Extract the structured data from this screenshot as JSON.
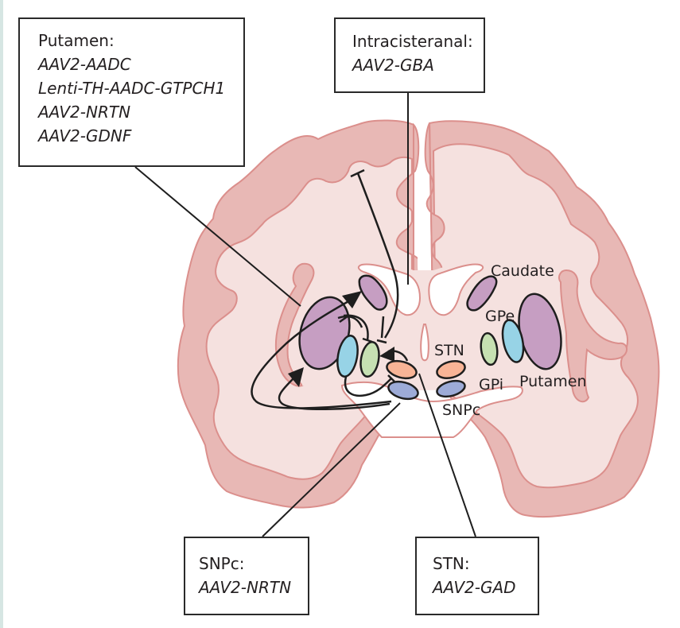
{
  "figure": {
    "type": "coronal brain section with gene therapy targets",
    "colors": {
      "cortex_fill": "#e8b8b5",
      "cortex_stroke": "#db8f8c",
      "white_matter": "#f5e1df",
      "ventricle": "#ffffff",
      "putamen_caudate": "#c69ec2",
      "gpe": "#97d3e6",
      "gpi": "#c6e0b2",
      "stn": "#f8b496",
      "snpc": "#9dabd7",
      "line": "#1e1e1e"
    }
  },
  "structure_labels": {
    "caudate": "Caudate",
    "gpe": "GPe",
    "stn": "STN",
    "gpi": "GPi",
    "putamen": "Putamen",
    "snpc": "SNPc"
  },
  "callouts": {
    "putamen": {
      "title": "Putamen:",
      "items": [
        "AAV2-AADC",
        "Lenti-TH-AADC-GTPCH1",
        "AAV2-NRTN",
        "AAV2-GDNF"
      ]
    },
    "intracisternal": {
      "title": "Intracisteranal:",
      "items": [
        "AAV2-GBA"
      ]
    },
    "snpc": {
      "title": "SNPc:",
      "items": [
        "AAV2-NRTN"
      ]
    },
    "stn": {
      "title": "STN:",
      "items": [
        "AAV2-GAD"
      ]
    }
  }
}
